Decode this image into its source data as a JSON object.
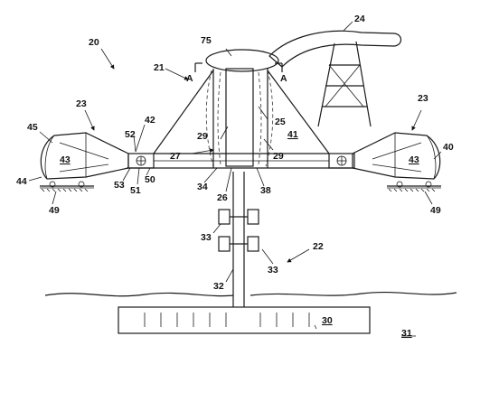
{
  "figure": {
    "labels": [
      {
        "id": "20",
        "text": "20"
      },
      {
        "id": "21",
        "text": "21"
      },
      {
        "id": "A_left",
        "text": "A"
      },
      {
        "id": "75",
        "text": "75"
      },
      {
        "id": "24",
        "text": "24"
      },
      {
        "id": "A_right",
        "text": "A"
      },
      {
        "id": "23_left",
        "text": "23"
      },
      {
        "id": "23_right",
        "text": "23"
      },
      {
        "id": "45",
        "text": "45"
      },
      {
        "id": "42",
        "text": "42"
      },
      {
        "id": "52",
        "text": "52"
      },
      {
        "id": "29_left",
        "text": "29"
      },
      {
        "id": "25",
        "text": "25"
      },
      {
        "id": "41",
        "text": "41"
      },
      {
        "id": "29_right",
        "text": "29"
      },
      {
        "id": "43_left",
        "text": "43"
      },
      {
        "id": "43_right",
        "text": "43"
      },
      {
        "id": "27",
        "text": "27"
      },
      {
        "id": "40",
        "text": "40"
      },
      {
        "id": "44",
        "text": "44"
      },
      {
        "id": "53",
        "text": "53"
      },
      {
        "id": "51",
        "text": "51"
      },
      {
        "id": "50",
        "text": "50"
      },
      {
        "id": "34",
        "text": "34"
      },
      {
        "id": "26",
        "text": "26"
      },
      {
        "id": "38",
        "text": "38"
      },
      {
        "id": "49_left",
        "text": "49"
      },
      {
        "id": "49_right",
        "text": "49"
      },
      {
        "id": "33_top",
        "text": "33"
      },
      {
        "id": "22",
        "text": "22"
      },
      {
        "id": "33_bottom",
        "text": "33"
      },
      {
        "id": "32",
        "text": "32"
      },
      {
        "id": "30",
        "text": "30"
      },
      {
        "id": "31",
        "text": "31"
      }
    ]
  }
}
